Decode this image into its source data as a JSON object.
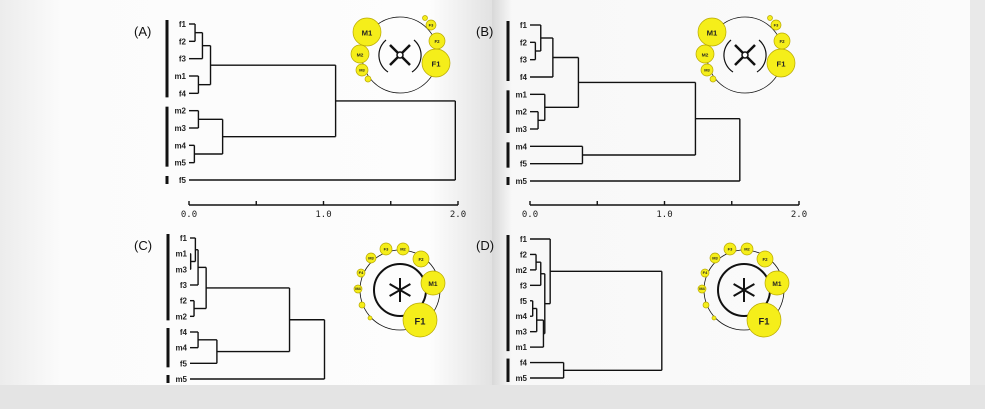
{
  "panels": [
    {
      "id": "A",
      "label": "(A)",
      "axis": [
        "0.0",
        "1.0",
        "2.0"
      ],
      "groups": [
        [
          "f1",
          "f4"
        ],
        [
          "m2",
          "m5"
        ],
        [
          "f5",
          "f5"
        ]
      ],
      "tree": {
        "h": 1.98,
        "c": [
          {
            "h": 1.09,
            "c": [
              {
                "h": 0.16,
                "c": [
                  {
                    "h": 0.1,
                    "c": [
                      {
                        "h": 0.045,
                        "c": [
                          "f1",
                          "f2"
                        ]
                      },
                      "f3"
                    ]
                  },
                  {
                    "h": 0.07,
                    "c": [
                      "m1",
                      "f4"
                    ]
                  }
                ]
              },
              {
                "h": 0.25,
                "c": [
                  {
                    "h": 0.07,
                    "c": [
                      "m2",
                      "m3"
                    ]
                  },
                  {
                    "h": 0.04,
                    "c": [
                      "m4",
                      "m5"
                    ]
                  }
                ]
              }
            ]
          },
          "f5"
        ]
      },
      "inset": {
        "type": "ring",
        "bubbles": [
          "M1",
          "M2",
          "M3",
          "F1",
          "F2",
          "F3"
        ]
      }
    },
    {
      "id": "B",
      "label": "(B)",
      "axis": [
        "0.0",
        "1.0",
        "2.0"
      ],
      "groups": [
        [
          "f1",
          "f4"
        ],
        [
          "m1",
          "m3"
        ],
        [
          "m4",
          "f5"
        ],
        [
          "m5",
          "m5"
        ]
      ],
      "tree": {
        "h": 1.56,
        "c": [
          {
            "h": 1.23,
            "c": [
              {
                "h": 0.36,
                "c": [
                  {
                    "h": 0.17,
                    "c": [
                      {
                        "h": 0.08,
                        "c": [
                          "f1",
                          {
                            "h": 0.04,
                            "c": [
                              "f2",
                              "f3"
                            ]
                          }
                        ]
                      },
                      "f4"
                    ]
                  },
                  {
                    "h": 0.11,
                    "c": [
                      "m1",
                      {
                        "h": 0.06,
                        "c": [
                          "m2",
                          "m3"
                        ]
                      }
                    ]
                  }
                ]
              },
              {
                "h": 0.39,
                "c": [
                  "m4",
                  "f5"
                ]
              }
            ]
          },
          "m5"
        ]
      },
      "inset": {
        "type": "ring",
        "bubbles": [
          "M1",
          "M2",
          "M3",
          "F1",
          "F2",
          "F3"
        ]
      }
    },
    {
      "id": "C",
      "label": "(C)",
      "axis": null,
      "groups": [
        [
          "f1",
          "m2"
        ],
        [
          "f4",
          "f5"
        ],
        [
          "m5",
          "m5"
        ]
      ],
      "tree": {
        "h": 1.0,
        "c": [
          {
            "h": 0.74,
            "c": [
              {
                "h": 0.12,
                "c": [
                  {
                    "h": 0.06,
                    "c": [
                      {
                        "h": 0.04,
                        "c": [
                          "f1",
                          {
                            "h": 0.005,
                            "c": [
                              "m1",
                              "m3"
                            ]
                          }
                        ]
                      },
                      "f3"
                    ]
                  },
                  {
                    "h": 0.03,
                    "c": [
                      "f2",
                      "m2"
                    ]
                  }
                ]
              },
              {
                "h": 0.2,
                "c": [
                  {
                    "h": 0.06,
                    "c": [
                      "f4",
                      "m4"
                    ]
                  },
                  "f5"
                ]
              }
            ]
          },
          "m5"
        ]
      },
      "inset": {
        "type": "cycle",
        "bubbles": [
          "F1",
          "M1",
          "F2",
          "M2",
          "F3",
          "M3",
          "F4",
          "M4"
        ]
      }
    },
    {
      "id": "D",
      "label": "(D)",
      "axis": null,
      "groups": [
        [
          "f1",
          "m1"
        ],
        [
          "f4",
          "m5"
        ]
      ],
      "tree": {
        "h": 0.98,
        "c": [
          {
            "h": 0.15,
            "c": [
              "f1",
              {
                "h": 0.11,
                "c": [
                  {
                    "h": 0.08,
                    "c": [
                      {
                        "h": 0.045,
                        "c": [
                          "f2",
                          "m2"
                        ]
                      },
                      "f3"
                    ]
                  },
                  {
                    "h": 0.1,
                    "c": [
                      {
                        "h": 0.05,
                        "c": [
                          {
                            "h": 0.02,
                            "c": [
                              "f5",
                              "m4"
                            ]
                          },
                          "m3"
                        ]
                      },
                      "m1"
                    ]
                  }
                ]
              }
            ]
          },
          {
            "h": 0.25,
            "c": [
              "f4",
              "m5"
            ]
          }
        ]
      },
      "inset": {
        "type": "cycle",
        "bubbles": [
          "F1",
          "M1",
          "F2",
          "M2",
          "F3",
          "M3",
          "F4",
          "M4"
        ]
      }
    }
  ],
  "colors": {
    "bubble": "#f5ee1a",
    "bubble_edge": "#b8a800",
    "line": "#111111"
  }
}
